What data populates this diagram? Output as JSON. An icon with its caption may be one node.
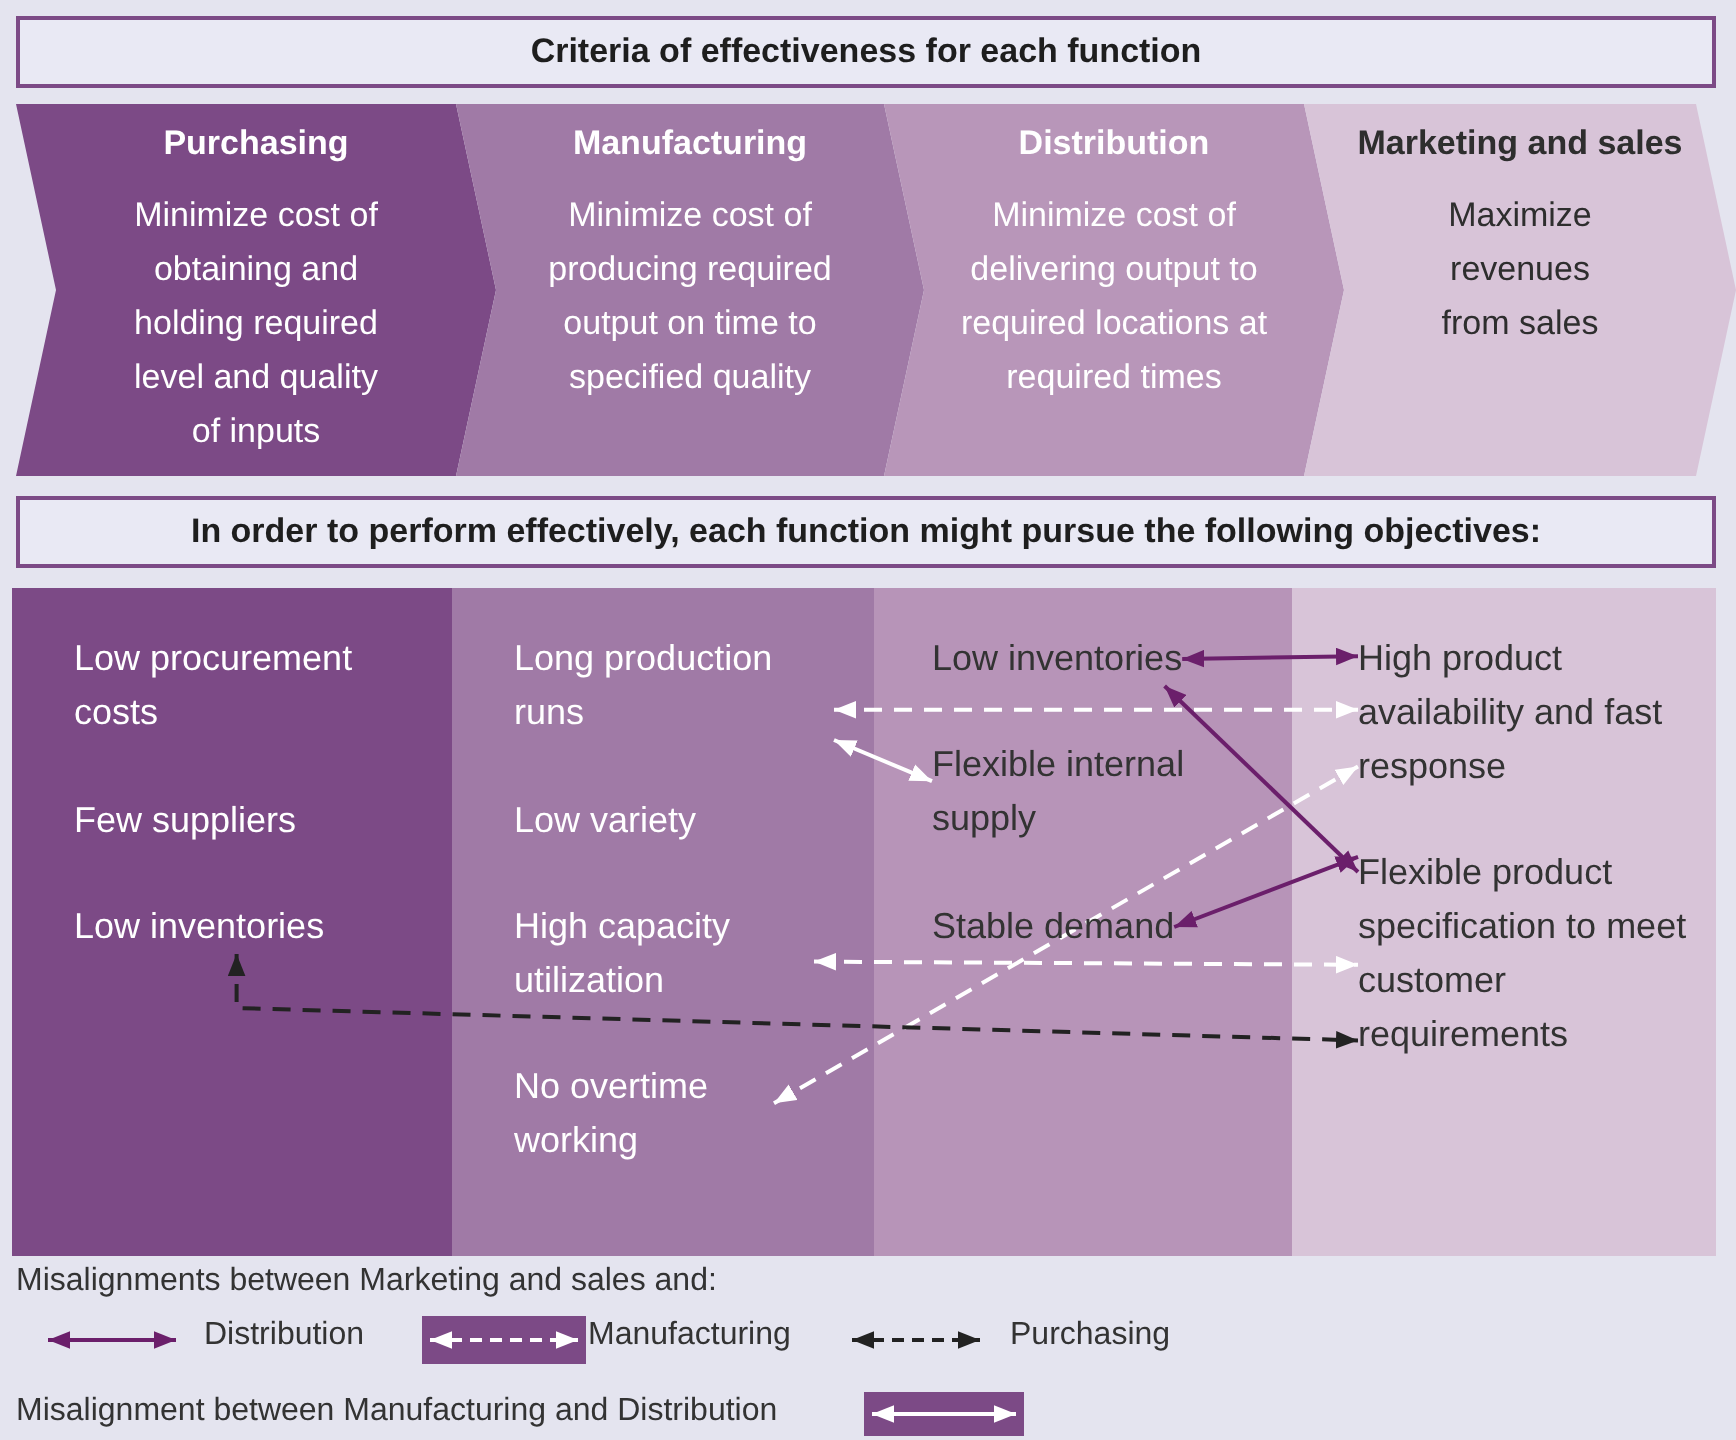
{
  "diagram": {
    "nodes": [
      {
        "text": [
          "Criteria of effectiveness for each function"
        ]
      },
      {
        "text": [
          "Purchasing",
          "Minimize cost of obtaining and holding required level and quality of inputs"
        ]
      },
      {
        "text": [
          "Manufacturing",
          "Minimize cost of producing required output on time to specified quality"
        ]
      },
      {
        "text": [
          "Distribution",
          "Minimize cost of delivering output to required locations at required times"
        ]
      },
      {
        "text": [
          "Marketing and sales",
          "Maximize revenues from sales"
        ]
      },
      {
        "text": [
          "In order to perform effectively, each function might pursue the following objectives:"
        ]
      },
      {
        "text": [],
        "shape": "box"
      },
      {
        "text": [],
        "shape": "box"
      },
      {
        "text": [],
        "shape": "box"
      },
      {
        "text": [],
        "shape": "box"
      },
      {
        "text": [
          "Low procurement costs"
        ],
        "in": 6
      },
      {
        "text": [
          "Few suppliers"
        ],
        "in": 6
      },
      {
        "text": [
          "Low inventories"
        ],
        "in": 6
      },
      {
        "text": [
          "Long production runs"
        ],
        "in": 7
      },
      {
        "text": [
          "Low variety"
        ],
        "in": 7
      },
      {
        "text": [
          "High capacity utilization"
        ],
        "in": 7
      },
      {
        "text": [
          "No overtime working"
        ],
        "in": 7
      },
      {
        "text": [
          "Low inventories"
        ],
        "in": 8
      },
      {
        "text": [
          "Flexible internal supply"
        ],
        "in": 8
      },
      {
        "text": [
          "Stable demand"
        ],
        "in": 8
      },
      {
        "text": [
          "High product availability and fast response"
        ],
        "in": 9
      },
      {
        "text": [
          "Flexible product specification to meet customer requirements"
        ],
        "in": 9
      }
    ],
    "edges": [
      {
        "from": 17,
        "to": 20,
        "arrow": "both",
        "color": "#6b1f6b"
      },
      {
        "from": 13,
        "to": 20,
        "arrow": "both",
        "style": "dashed"
      },
      {
        "from": 13,
        "to": 18,
        "arrow": "both"
      },
      {
        "from": 16,
        "to": 20,
        "arrow": "both",
        "style": "dashed"
      },
      {
        "from": 17,
        "to": 21,
        "arrow": "both",
        "color": "#6b1f6b"
      },
      {
        "from": 19,
        "to": 21,
        "arrow": "both",
        "color": "#6b1f6b"
      },
      {
        "from": 15,
        "to": 21,
        "arrow": "both",
        "style": "dashed"
      },
      {
        "from": 12,
        "to": 21,
        "arrow": "both",
        "style": "dashed",
        "color": "#222222"
      }
    ],
    "labels": [
      "Misalignments between Marketing and sales and:"
    ],
    "legend": [
      {
        "text": "Distribution"
      },
      {
        "text": "Manufacturing"
      },
      {
        "text": "Purchasing"
      },
      {
        "text": "Misalignment between Manufacturing and Distribution"
      }
    ]
  }
}
